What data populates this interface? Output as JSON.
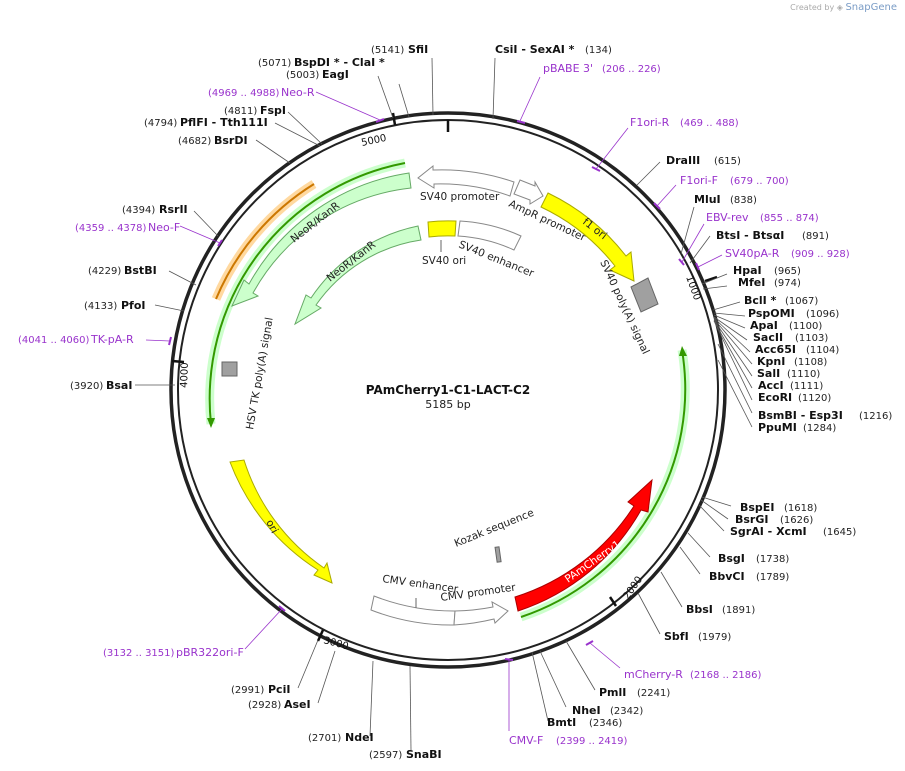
{
  "app": {
    "credit_prefix": "Created by",
    "credit_brand": "SnapGene"
  },
  "plasmid": {
    "name": "PAmCherry1-C1-LACT-C2",
    "length_label": "5185 bp",
    "length": 5185
  },
  "ticks": [
    {
      "bp": 1000,
      "label": "1000"
    },
    {
      "bp": 2000,
      "label": "2000"
    },
    {
      "bp": 3000,
      "label": "3000"
    },
    {
      "bp": 4000,
      "label": "4000"
    },
    {
      "bp": 5000,
      "label": "5000"
    }
  ],
  "features": [
    {
      "name": "SV40 promoter",
      "shape": "arrow",
      "color": "#ffffff",
      "stroke": "#888888"
    },
    {
      "name": "AmpR promoter",
      "shape": "arrow",
      "color": "#ffffff",
      "stroke": "#888888"
    },
    {
      "name": "f1 ori",
      "shape": "arrow",
      "color": "#ffff00",
      "stroke": "#aaaa00"
    },
    {
      "name": "SV40 poly(A) signal",
      "shape": "box",
      "color": "#a0a0a0",
      "stroke": "#666666"
    },
    {
      "name": "NeoR/KanR",
      "shape": "arrow",
      "color": "#ccffcc",
      "stroke": "#66aa66"
    },
    {
      "name": "NeoR/KanR",
      "shape": "arrow",
      "color": "#ccffcc",
      "stroke": "#66aa66"
    },
    {
      "name": "SV40 ori",
      "shape": "box",
      "color": "#ffff00",
      "stroke": "#aaaa00"
    },
    {
      "name": "SV40 enhancer",
      "shape": "box",
      "color": "#ffffff",
      "stroke": "#888888"
    },
    {
      "name": "HSV TK poly(A) signal",
      "shape": "box",
      "color": "#a0a0a0",
      "stroke": "#666666"
    },
    {
      "name": "ori",
      "shape": "arrow",
      "color": "#ffff00",
      "stroke": "#aaaa00"
    },
    {
      "name": "CMV enhancer",
      "shape": "arrow",
      "color": "#ffffff",
      "stroke": "#888888"
    },
    {
      "name": "CMV promoter",
      "shape": "arrow",
      "color": "#ffffff",
      "stroke": "#888888"
    },
    {
      "name": "Kozak sequence",
      "shape": "box",
      "color": "#a0a0a0",
      "stroke": "#666666"
    },
    {
      "name": "PAmCherry1",
      "shape": "arrow",
      "color": "#ff0000",
      "stroke": "#aa0000"
    }
  ],
  "enzymes_right": [
    {
      "name": "CsiI",
      "name2": "SexAI *",
      "pos": "(134)"
    },
    {
      "name": "DraIII",
      "pos": "(615)"
    },
    {
      "name": "MluI",
      "pos": "(838)"
    },
    {
      "name": "BtsI",
      "name2": "BtsαI",
      "pos": "(891)"
    },
    {
      "name": "HpaI",
      "pos": "(965)"
    },
    {
      "name": "MfeI",
      "pos": "(974)"
    },
    {
      "name": "BclI *",
      "pos": "(1067)"
    },
    {
      "name": "PspOMI",
      "pos": "(1096)"
    },
    {
      "name": "ApaI",
      "pos": "(1100)"
    },
    {
      "name": "SacII",
      "pos": "(1103)"
    },
    {
      "name": "Acc65I",
      "pos": "(1104)"
    },
    {
      "name": "KpnI",
      "pos": "(1108)"
    },
    {
      "name": "SalI",
      "pos": "(1110)"
    },
    {
      "name": "AccI",
      "pos": "(1111)"
    },
    {
      "name": "EcoRI",
      "pos": "(1120)"
    },
    {
      "name": "BsmBI",
      "name2": "Esp3I",
      "pos": "(1216)"
    },
    {
      "name": "PpuMI",
      "pos": "(1284)"
    },
    {
      "name": "BspEI",
      "pos": "(1618)"
    },
    {
      "name": "BsrGI",
      "pos": "(1626)"
    },
    {
      "name": "SgrAI",
      "name2": "XcmI",
      "pos": "(1645)"
    },
    {
      "name": "BsgI",
      "pos": "(1738)"
    },
    {
      "name": "BbvCI",
      "pos": "(1789)"
    },
    {
      "name": "BbsI",
      "pos": "(1891)"
    },
    {
      "name": "SbfI",
      "pos": "(1979)"
    },
    {
      "name": "PmlI",
      "pos": "(2241)"
    },
    {
      "name": "NheI",
      "pos": "(2342)"
    },
    {
      "name": "BmtI",
      "pos": "(2346)"
    }
  ],
  "enzymes_left": [
    {
      "name": "SfiI",
      "pos": "(5141)"
    },
    {
      "name": "BspDI *",
      "name2": "ClaI *",
      "pos": "(5071)"
    },
    {
      "name": "EagI",
      "pos": "(5003)"
    },
    {
      "name": "FspI",
      "pos": "(4811)"
    },
    {
      "name": "PflFI",
      "name2": "Tth111I",
      "pos": "(4794)"
    },
    {
      "name": "BsrDI",
      "pos": "(4682)"
    },
    {
      "name": "RsrII",
      "pos": "(4394)"
    },
    {
      "name": "BstBI",
      "pos": "(4229)"
    },
    {
      "name": "PfoI",
      "pos": "(4133)"
    },
    {
      "name": "BsaI",
      "pos": "(3920)"
    },
    {
      "name": "PciI",
      "pos": "(2991)"
    },
    {
      "name": "AseI",
      "pos": "(2928)"
    },
    {
      "name": "NdeI",
      "pos": "(2701)"
    },
    {
      "name": "SnaBI",
      "pos": "(2597)"
    }
  ],
  "primers": [
    {
      "name": "pBABE 3'",
      "pos": "(206 .. 226)"
    },
    {
      "name": "F1ori-R",
      "pos": "(469 .. 488)"
    },
    {
      "name": "F1ori-F",
      "pos": "(679 .. 700)"
    },
    {
      "name": "EBV-rev",
      "pos": "(855 .. 874)"
    },
    {
      "name": "SV40pA-R",
      "pos": "(909 .. 928)"
    },
    {
      "name": "mCherry-R",
      "pos": "(2168 .. 2186)"
    },
    {
      "name": "CMV-F",
      "pos": "(2399 .. 2419)"
    },
    {
      "name": "pBR322ori-F",
      "pos": "(3132 .. 3151)"
    },
    {
      "name": "TK-pA-R",
      "pos": "(4041 .. 4060)"
    },
    {
      "name": "Neo-F",
      "pos": "(4359 .. 4378)"
    },
    {
      "name": "Neo-R",
      "pos": "(4969 .. 4988)"
    }
  ],
  "colors": {
    "backbone": "#222222",
    "primer": "#9933cc",
    "orf_glow": "#ccffcc",
    "orf_line": "#339900",
    "orange_glow": "#ffd9a0",
    "orange_line": "#cc7700"
  }
}
